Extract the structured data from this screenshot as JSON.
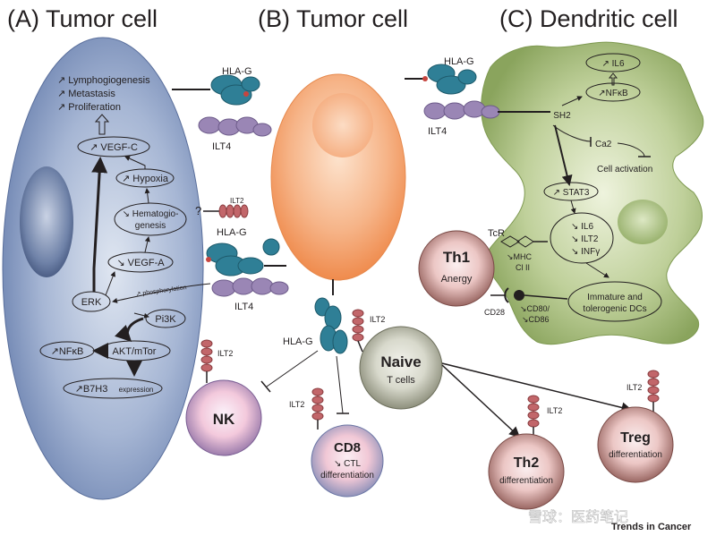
{
  "panels": {
    "a_title": "(A) Tumor cell",
    "b_title": "(B) Tumor cell",
    "c_title": "(C) Dendritic cell"
  },
  "panel_a": {
    "outcomes": [
      "↗ Lymphogiogenesis",
      "↗ Metastasis",
      "↗ Proliferation"
    ],
    "vegf_c": "↗ VEGF-C",
    "hypoxia": "↗ Hypoxia",
    "hemato_1": "↘ Hematogio-",
    "hemato_2": "genesis",
    "vegf_a": "↘ VEGF-A",
    "erk": "ERK",
    "phosphorylation": "↗ phosphorylation",
    "pi3k": "Pi3K",
    "akt": "AKT/mTor",
    "nfkb": "↗NFκB",
    "b7h3": "↗B7H3",
    "b7h3_suffix": "expression"
  },
  "receptors": {
    "hla_g": "HLA-G",
    "ilt4": "ILT4",
    "ilt2": "ILT2",
    "question": "?"
  },
  "panel_c": {
    "il6_up": "↗ IL6",
    "nfkb": "↗NFκB",
    "sh2": "SH2",
    "ca2": "Ca2",
    "cell_activation": "Cell activation",
    "stat3": "↗ STAT3",
    "il6_down": "↘ IL6",
    "ilt2_down": "↘ ILT2",
    "infg_down": "↘ INFγ",
    "tcr": "TcR",
    "mhc": "↘MHC",
    "cl2": "Cl II",
    "cd28": "CD28",
    "cd80": "↘CD80/",
    "cd86": "↘CD86",
    "immature_1": "Immature and",
    "immature_2": "tolerogenic DCs"
  },
  "cells": {
    "th1_title": "Th1",
    "th1_sub": "Anergy",
    "naive_title": "Naive",
    "naive_sub": "T cells",
    "nk_title": "NK",
    "cd8_title": "CD8",
    "cd8_sub1": "↘ CTL",
    "cd8_sub2": "differentiation",
    "th2_title": "Th2",
    "th2_sub": "differentiation",
    "treg_title": "Treg",
    "treg_sub": "differentiation"
  },
  "footer": {
    "watermark": "雪球：医药笔记",
    "source": "Trends in Cancer"
  },
  "colors": {
    "tumor_a": "#7d93bf",
    "tumor_b": "#f3a26b",
    "dendritic": "#a9bd7c",
    "hla_g": "#2f7f96",
    "ilt4": "#9a86b5",
    "ilt2": "#c2666a",
    "nk_cell": "#c8b2d6",
    "naive_cell": "#b9bcac",
    "cd8_cell": "#a9b3d3",
    "th_cell": "#a8726f"
  }
}
